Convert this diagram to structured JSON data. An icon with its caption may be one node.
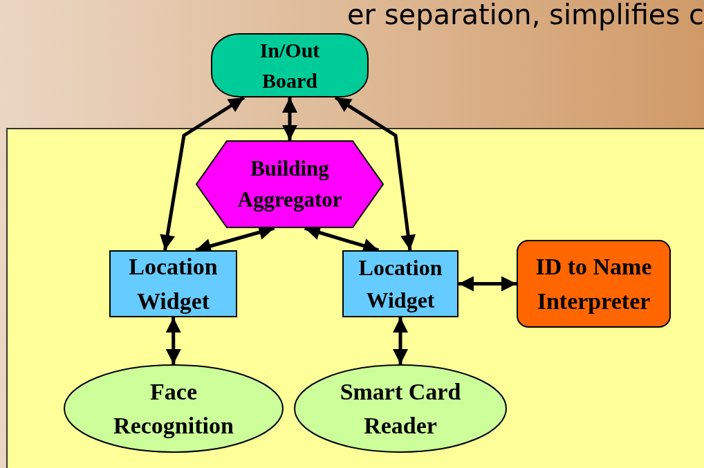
{
  "diagram": {
    "nodes": [
      {
        "text": [
          "In/Out Board"
        ]
      },
      {
        "text": [
          "Building Aggregator"
        ]
      },
      {
        "text": [
          "Location Widget"
        ]
      },
      {
        "text": [
          "Location Widget"
        ]
      },
      {
        "text": [
          "ID to Name Interpreter"
        ]
      },
      {
        "text": [
          "Face Recognition"
        ]
      },
      {
        "text": [
          "Smart Card Reader"
        ]
      }
    ],
    "edges": [
      {
        "from": 0,
        "to": 1,
        "arrow": "both"
      },
      {
        "from": 0,
        "to": 2,
        "arrow": "both"
      },
      {
        "from": 0,
        "to": 3,
        "arrow": "both"
      },
      {
        "from": 1,
        "to": 2,
        "arrow": "both"
      },
      {
        "from": 1,
        "to": 3,
        "arrow": "both"
      },
      {
        "from": 2,
        "to": 5,
        "arrow": "both"
      },
      {
        "from": 3,
        "to": 6,
        "arrow": "both"
      },
      {
        "from": 3,
        "to": 4,
        "arrow": "both"
      }
    ],
    "labels": [
      "er separation, simplifies c"
    ]
  }
}
